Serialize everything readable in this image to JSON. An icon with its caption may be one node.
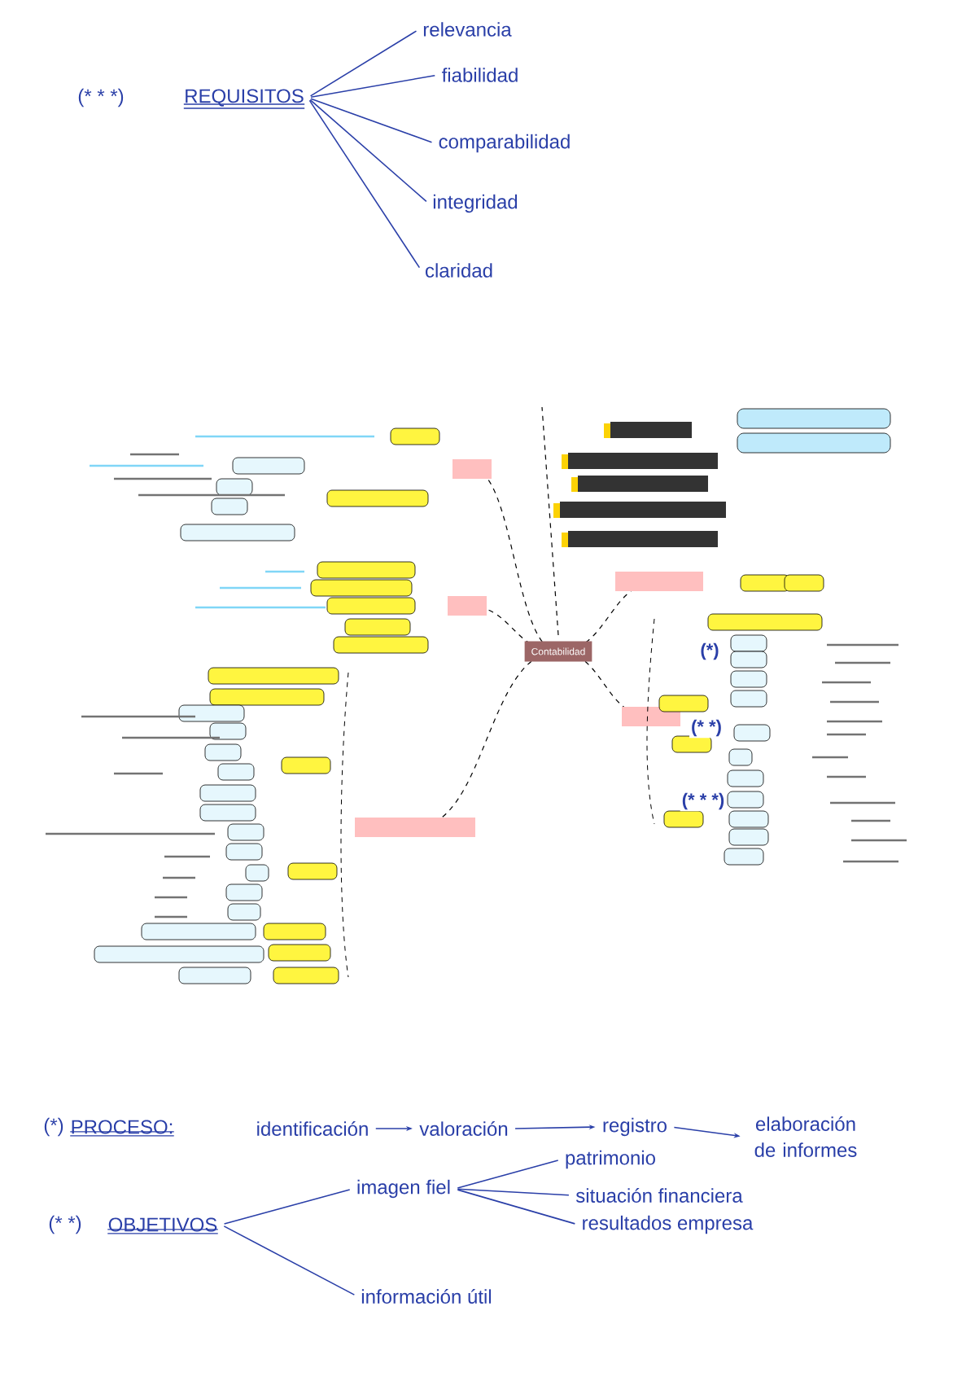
{
  "diagram": {
    "nodes": [
      {
        "text": [
          "REQUISITOS"
        ],
        "beside": [
          "(* * *)"
        ]
      },
      {
        "text": [
          "relevancia"
        ]
      },
      {
        "text": [
          "fiabilidad"
        ]
      },
      {
        "text": [
          "comparabilidad"
        ]
      },
      {
        "text": [
          "integridad"
        ]
      },
      {
        "text": [
          "claridad"
        ]
      },
      {
        "text": [
          "Contabilidad"
        ]
      },
      {
        "text": [
          "PROCESO:"
        ],
        "beside": [
          "(*)"
        ]
      },
      {
        "text": [
          "identificación"
        ]
      },
      {
        "text": [
          "valoración"
        ]
      },
      {
        "text": [
          "registro"
        ]
      },
      {
        "text": [
          "elaboración de informes"
        ]
      },
      {
        "text": [
          "OBJETIVOS"
        ],
        "beside": [
          "(* *)"
        ]
      },
      {
        "text": [
          "imagen fiel"
        ]
      },
      {
        "text": [
          "información útil"
        ]
      },
      {
        "text": [
          "patrimonio"
        ]
      },
      {
        "text": [
          "situación financiera"
        ]
      },
      {
        "text": [
          "resultados empresa"
        ]
      }
    ],
    "edges": [
      {
        "from": 0,
        "to": 1,
        "arrow": "none"
      },
      {
        "from": 0,
        "to": 2,
        "arrow": "none"
      },
      {
        "from": 0,
        "to": 3,
        "arrow": "none"
      },
      {
        "from": 0,
        "to": 4,
        "arrow": "none"
      },
      {
        "from": 0,
        "to": 5,
        "arrow": "none"
      },
      {
        "from": 8,
        "to": 9,
        "arrow": "to"
      },
      {
        "from": 9,
        "to": 10,
        "arrow": "to"
      },
      {
        "from": 10,
        "to": 11,
        "arrow": "to"
      },
      {
        "from": 12,
        "to": 13,
        "arrow": "none"
      },
      {
        "from": 12,
        "to": 14,
        "arrow": "none"
      },
      {
        "from": 13,
        "to": 15,
        "arrow": "none"
      },
      {
        "from": 13,
        "to": 16,
        "arrow": "none"
      },
      {
        "from": 13,
        "to": 17,
        "arrow": "none"
      }
    ],
    "labels": [
      "(*)",
      "(* *)",
      "(* * *)"
    ]
  }
}
